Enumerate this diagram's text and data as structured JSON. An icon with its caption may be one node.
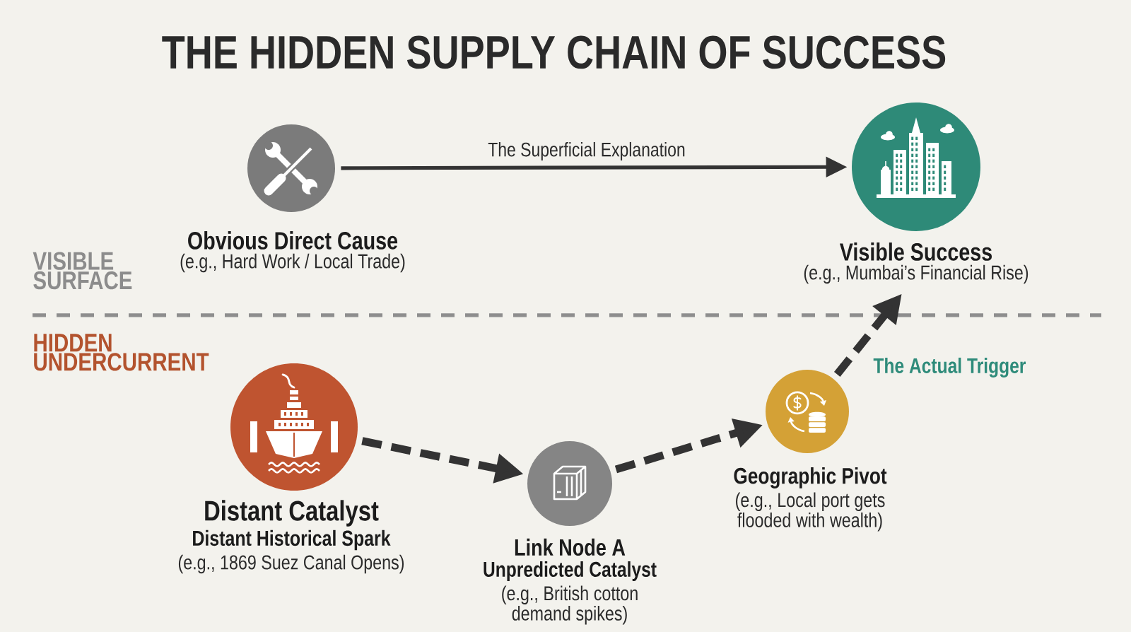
{
  "diagram": {
    "title": "THE HIDDEN SUPPLY CHAIN OF SUCCESS",
    "nodes": [
      {
        "text": [
          "Obvious Direct Cause",
          "(e.g., Hard Work / Local Trade)"
        ]
      },
      {
        "text": [
          "Visible Success",
          "(e.g., Mumbai’s Financial Rise)"
        ]
      },
      {
        "text": [
          "Distant Catalyst",
          "Distant Historical Spark",
          "(e.g., 1869 Suez Canal Opens)"
        ]
      },
      {
        "text": [
          "Link Node A",
          "Unpredicted Catalyst",
          "(e.g., British cotton demand spikes)"
        ]
      },
      {
        "text": [
          "Geographic Pivot",
          "(e.g., Local port gets flooded with wealth)"
        ]
      }
    ],
    "edges": [
      {
        "from": 0,
        "to": 1,
        "arrow": "to",
        "label": "The Superficial Explanation"
      },
      {
        "from": 2,
        "to": 3,
        "arrow": "to",
        "style": "dashed"
      },
      {
        "from": 3,
        "to": 4,
        "arrow": "to",
        "style": "dashed"
      },
      {
        "from": 4,
        "to": 1,
        "arrow": "to",
        "style": "dashed",
        "label": "The Actual Trigger"
      }
    ],
    "labels": [
      "VISIBLE SURFACE",
      "HIDDEN UNDERCURRENT"
    ]
  }
}
